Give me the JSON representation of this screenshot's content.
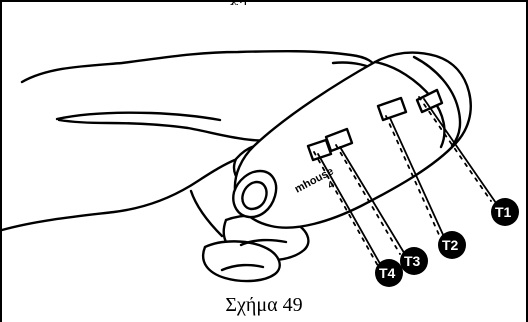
{
  "page": {
    "top_fragment": "χη",
    "caption": "Σχήμα 49"
  },
  "illustration": {
    "device_label": "mhouse",
    "device_sub_label": "4",
    "buttons": [
      {
        "label": "T1"
      },
      {
        "label": "T2"
      },
      {
        "label": "T3"
      },
      {
        "label": "T4"
      }
    ]
  }
}
